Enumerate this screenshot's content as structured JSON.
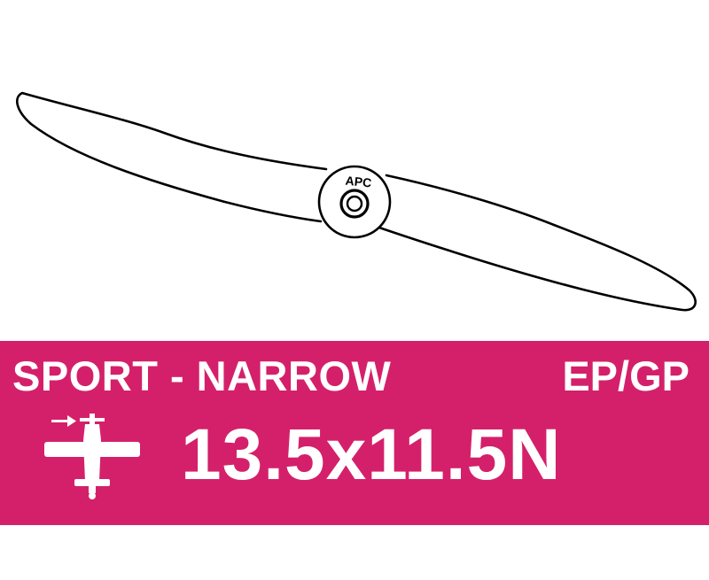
{
  "product": {
    "hub_logo": "APC",
    "range": "SPORT - NARROW",
    "fuel_type": "EP/GP",
    "size": "13.5x11.5N"
  },
  "icons": {
    "propeller": "propeller-outline-icon",
    "aircraft": "airplane-icon"
  },
  "colors": {
    "banner": "#d4206a",
    "text": "#ffffff",
    "outline": "#000000"
  }
}
